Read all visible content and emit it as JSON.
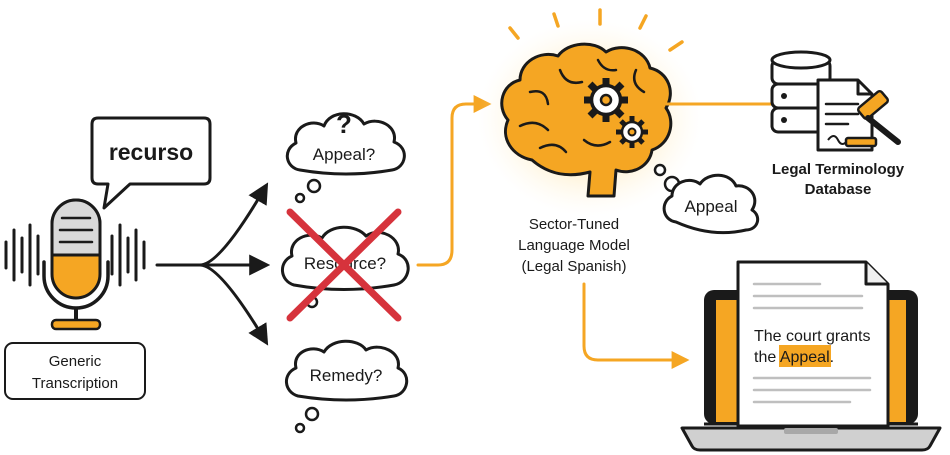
{
  "speech_bubble": {
    "word": "recurso"
  },
  "input_label": {
    "line1": "Generic",
    "line2": "Transcription"
  },
  "candidates": {
    "first": {
      "label": "Appeal?",
      "mark": "?"
    },
    "second": {
      "label": "Resource?"
    },
    "third": {
      "label": "Remedy?"
    }
  },
  "model": {
    "line1": "Sector-Tuned",
    "line2": "Language Model",
    "line3": "(Legal Spanish)"
  },
  "model_thought": {
    "label": "Appeal"
  },
  "database": {
    "line1": "Legal Terminology",
    "line2": "Database"
  },
  "output_document": {
    "line1": "The court grants",
    "line2_prefix": "the ",
    "highlight": "Appeal",
    "line2_suffix": "."
  },
  "colors": {
    "accent": "#F5A623",
    "reject": "#D6333C",
    "ink": "#1a1a1a",
    "doc_lines": "#bfbfbf"
  }
}
